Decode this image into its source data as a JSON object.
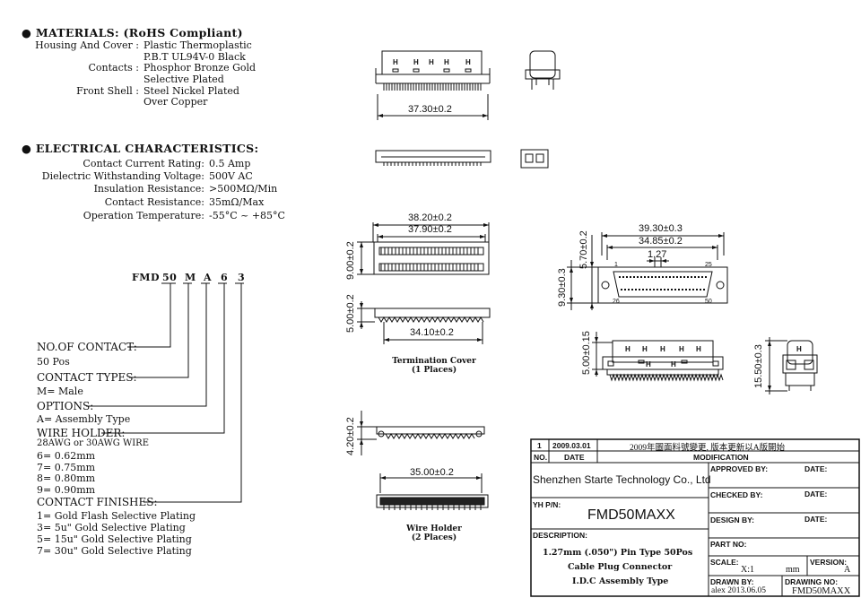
{
  "materials": {
    "title": "MATERIALS: (RoHS Compliant)",
    "rows": [
      {
        "label": "Housing And Cover :",
        "value": "Plastic Thermoplastic"
      },
      {
        "label": "",
        "value": "P.B.T UL94V-0 Black"
      },
      {
        "label": "Contacts :",
        "value": "Phosphor Bronze Gold"
      },
      {
        "label": "",
        "value": "Selective Plated"
      },
      {
        "label": "Front Shell :",
        "value": "Steel Nickel Plated"
      },
      {
        "label": "",
        "value": "Over Copper"
      }
    ]
  },
  "electrical": {
    "title": "ELECTRICAL CHARACTERISTICS:",
    "rows": [
      {
        "label": "Contact Current Rating:",
        "value": "0.5 Amp"
      },
      {
        "label": "Dielectric Withstanding Voltage:",
        "value": "500V AC"
      },
      {
        "label": "Insulation Resistance:",
        "value": ">500MΩ/Min"
      },
      {
        "label": "Contact Resistance:",
        "value": "35mΩ/Max"
      },
      {
        "label": "Operation Temperature:",
        "value": "-55°C ~ +85°C"
      }
    ]
  },
  "part_code": {
    "parts": [
      "FMD",
      "50",
      "M",
      "A",
      "6",
      "3"
    ]
  },
  "options": {
    "no_of_contact": {
      "label": "NO.OF CONTACT:",
      "values": [
        "50 Pos"
      ]
    },
    "contact_types": {
      "label": "CONTACT TYPES:",
      "values": [
        "M= Male"
      ]
    },
    "options": {
      "label": "OPTIONS:",
      "values": [
        "A= Assembly Type"
      ]
    },
    "wire_holder": {
      "label": "WIRE HOLDER:",
      "values": [
        "28AWG or 30AWG WIRE",
        "6= 0.62mm",
        "7= 0.75mm",
        "8= 0.80mm",
        "9= 0.90mm"
      ]
    },
    "contact_finishes": {
      "label": "CONTACT FINISHES:",
      "values": [
        "1= Gold Flash Selective Plating",
        "3= 5u\" Gold Selective Plating",
        "5= 15u\" Gold Selective Plating",
        "7= 30u\" Gold Selective Plating"
      ]
    }
  },
  "dimensions": {
    "top_width": "37.30±0.2",
    "mid_outer": "38.20±0.2",
    "mid_inner": "37.90±0.2",
    "mid_height": "9.00±0.2",
    "cover_height": "5.00±0.2",
    "cover_width": "34.10±0.2",
    "holder_height": "4.20±0.2",
    "holder_width": "35.00±0.2",
    "face_outer": "39.30±0.3",
    "face_inner": "34.85±0.2",
    "pitch": "1.27",
    "face_top": "5.70±0.2",
    "face_height": "9.30±0.3",
    "side_left": "5.00±0.15",
    "side_right": "15.50±0.3",
    "pin_1": "1",
    "pin_25": "25",
    "pin_26": "26",
    "pin_50": "50"
  },
  "captions": {
    "termination_cover": [
      "Termination Cover",
      "(1 Places)"
    ],
    "wire_holder": [
      "Wire Holder",
      "(2 Places)"
    ]
  },
  "title_block": {
    "revision": {
      "no": "1",
      "date": "2009.03.01",
      "modification": "2009年圖面料號變更, 版本更新以A版開始"
    },
    "header": {
      "no": "NO.",
      "date": "DATE",
      "modification": "MODIFICATION"
    },
    "company": "Shenzhen Starte Technology Co., Ltd",
    "yh_pn_label": "YH  P/N:",
    "part_number": "FMD50MAXX",
    "description_label": "DESCRIPTION:",
    "description": [
      "1.27mm (.050\") Pin Type 50Pos",
      "Cable Plug Connector",
      "I.D.C Assembly Type"
    ],
    "approved_by": "APPROVED BY:",
    "checked_by": "CHECKED BY:",
    "design_by": "DESIGN BY:",
    "date_label": "DATE:",
    "part_no": "PART NO:",
    "scale_label": "SCALE:",
    "scale_value": "X:1",
    "units": "mm",
    "version_label": "VERSION:",
    "version_value": "A",
    "drawn_by_label": "DRAWN BY:",
    "drawn_by_value": "alex  2013.06.05",
    "drawing_no_label": "DRAWING NO:",
    "drawing_no_value": "FMD50MAXX"
  }
}
